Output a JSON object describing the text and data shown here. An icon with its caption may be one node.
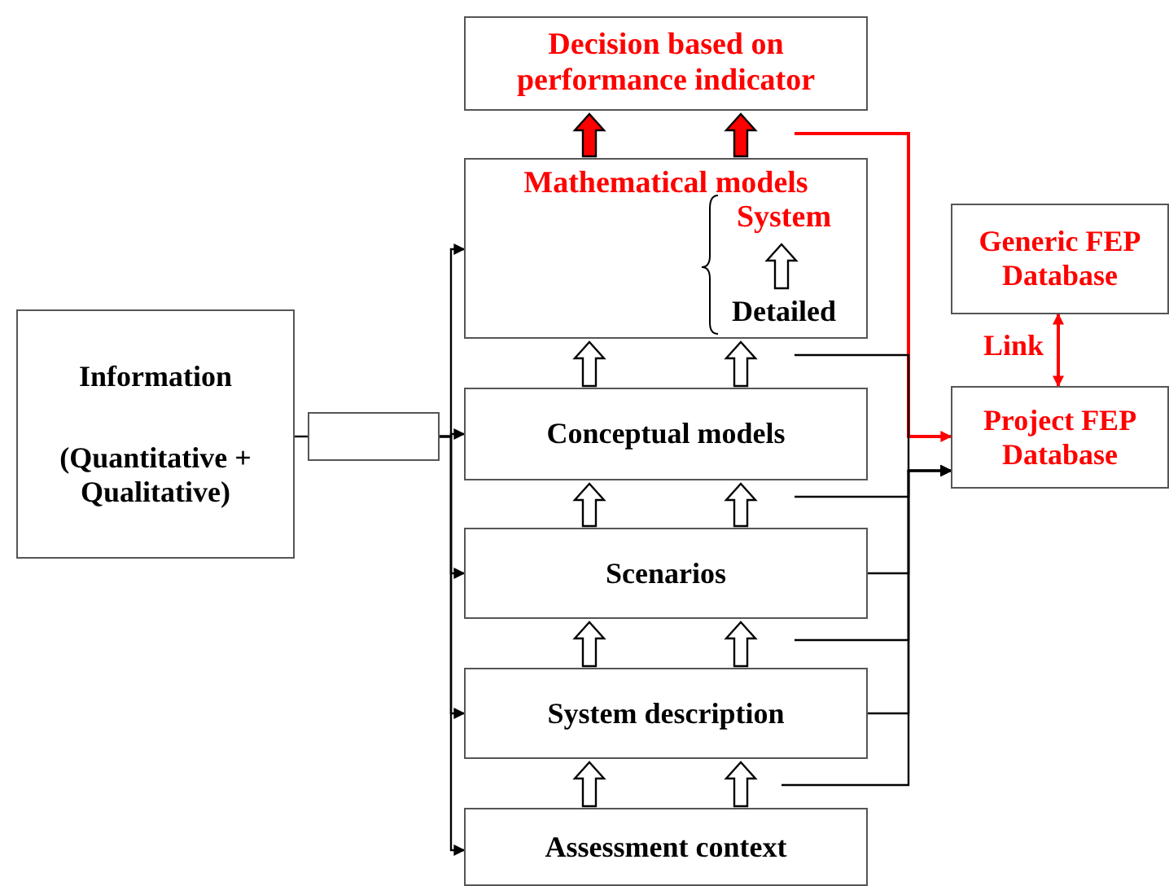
{
  "diagram": {
    "nodes": [
      {
        "text": [
          "Decision based on performance indicator"
        ]
      },
      {
        "text": [
          "Mathematical models"
        ]
      },
      {
        "text": [
          "System"
        ],
        "in": 1
      },
      {
        "text": [
          "Detailed"
        ],
        "in": 1
      },
      {
        "text": [
          "Conceptual models"
        ]
      },
      {
        "text": [
          "Scenarios"
        ]
      },
      {
        "text": [
          "System description"
        ]
      },
      {
        "text": [
          "Assessment context"
        ]
      },
      {
        "text": [
          "Information",
          "(Quantitative + Qualitative)"
        ]
      },
      {
        "text": [],
        "shape": "box"
      },
      {
        "text": [
          "Generic FEP Database"
        ]
      },
      {
        "text": [
          "Project FEP Database"
        ]
      }
    ],
    "edges": [
      {
        "from": 8,
        "to": 9,
        "arrow": "none"
      },
      {
        "from": 9,
        "to": 1,
        "arrow": "to"
      },
      {
        "from": 9,
        "to": 4,
        "arrow": "to"
      },
      {
        "from": 9,
        "to": 5,
        "arrow": "to"
      },
      {
        "from": 9,
        "to": 6,
        "arrow": "to"
      },
      {
        "from": 9,
        "to": 7,
        "arrow": "to"
      },
      {
        "from": 1,
        "to": 0,
        "arrow": "to",
        "style": "thick",
        "color": "#ff0000"
      },
      {
        "from": 1,
        "to": 0,
        "arrow": "to",
        "style": "thick",
        "color": "#ff0000"
      },
      {
        "from": 4,
        "to": 1,
        "arrow": "to",
        "style": "thick"
      },
      {
        "from": 4,
        "to": 1,
        "arrow": "to",
        "style": "thick"
      },
      {
        "from": 5,
        "to": 4,
        "arrow": "to",
        "style": "thick"
      },
      {
        "from": 5,
        "to": 4,
        "arrow": "to",
        "style": "thick"
      },
      {
        "from": 6,
        "to": 5,
        "arrow": "to",
        "style": "thick"
      },
      {
        "from": 6,
        "to": 5,
        "arrow": "to",
        "style": "thick"
      },
      {
        "from": 7,
        "to": 6,
        "arrow": "to",
        "style": "thick"
      },
      {
        "from": 7,
        "to": 6,
        "arrow": "to",
        "style": "thick"
      },
      {
        "from": 3,
        "to": 2,
        "arrow": "to",
        "style": "thick"
      },
      {
        "from": null,
        "to": 11,
        "arrow": "to",
        "color": "#ff0000"
      },
      {
        "from": 1,
        "to": 11,
        "arrow": "to"
      },
      {
        "from": 4,
        "to": 11,
        "arrow": "to"
      },
      {
        "from": 5,
        "to": 11,
        "arrow": "to"
      },
      {
        "from": 5,
        "to": 11,
        "arrow": "to"
      },
      {
        "from": 6,
        "to": 11,
        "arrow": "to"
      },
      {
        "from": 6,
        "to": 11,
        "arrow": "to"
      },
      {
        "from": 10,
        "to": 11,
        "arrow": "both",
        "label": "Link",
        "color": "#ff0000"
      }
    ]
  }
}
